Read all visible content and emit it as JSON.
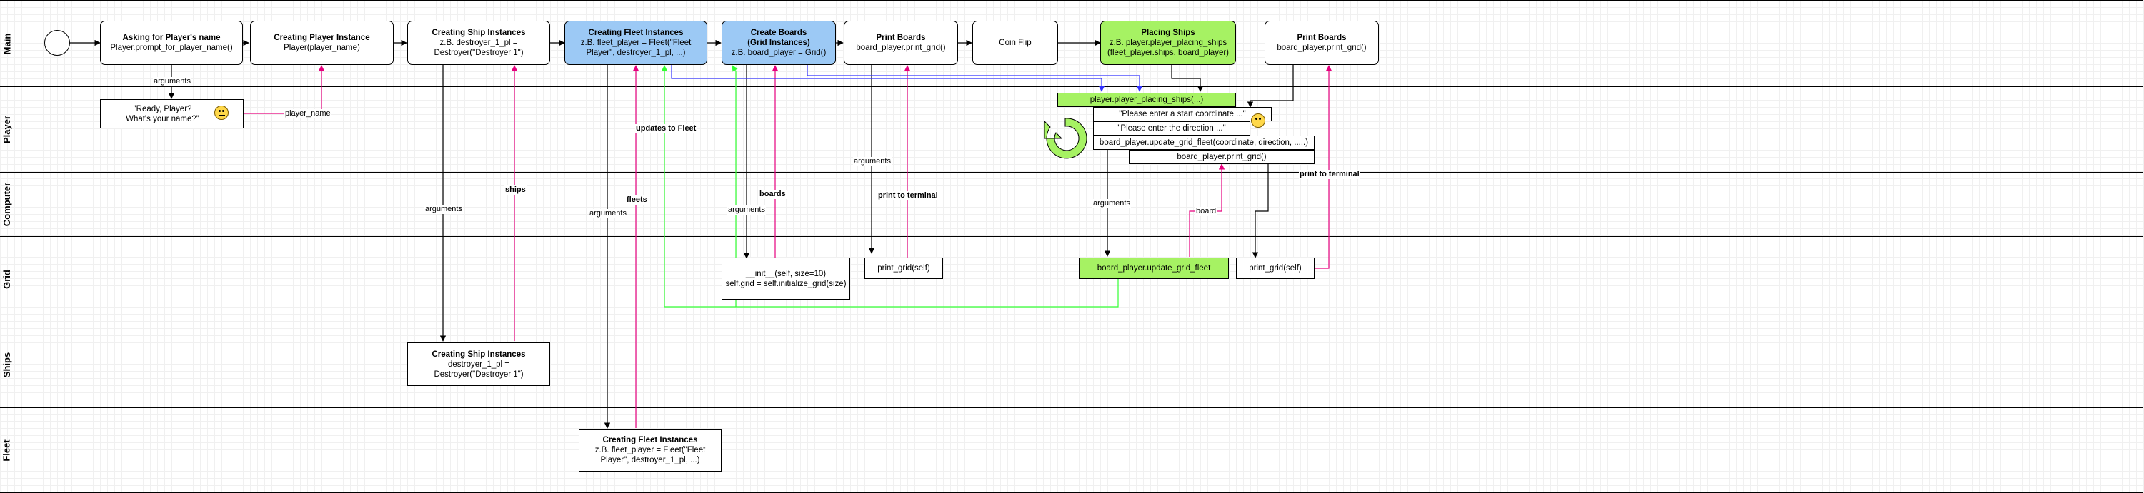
{
  "lanes": [
    "Main",
    "Player",
    "Computer",
    "Grid",
    "Ships",
    "Fleet"
  ],
  "nodes": {
    "ask_name": {
      "title": "Asking for Player's name",
      "sub": "Player.prompt_for_player_name()"
    },
    "create_player": {
      "title": "Creating Player Instance",
      "sub": "Player(player_name)"
    },
    "create_ship_main": {
      "title": "Creating Ship Instances",
      "sub": "z.B. destroyer_1_pl = Destroyer(\"Destroyer 1\")"
    },
    "create_fleet_main": {
      "title": "Creating Fleet Instances",
      "sub": "z.B. fleet_player = Fleet(\"Fleet Player\", destroyer_1_pl, ...)"
    },
    "create_boards": {
      "title": "Create Boards",
      "sub1": "(Grid Instances)",
      "sub2": "z.B. board_player = Grid()"
    },
    "print_boards_1": {
      "title": "Print Boards",
      "sub": "board_player.print_grid()"
    },
    "coin_flip": {
      "title": "Coin Flip"
    },
    "placing_ships": {
      "title": "Placing Ships",
      "sub": "z.B. player.player_placing_ships (fleet_player.ships, board_player)"
    },
    "print_boards_2": {
      "title": "Print Boards",
      "sub": "board_player.print_grid()"
    },
    "ready_player": {
      "line1": "\"Ready, Player?",
      "line2": "What's your name?\""
    },
    "player_placing": {
      "text": "player.player_placing_ships(...)"
    },
    "enter_start": {
      "text": "\"Please enter a start coordinate ...\""
    },
    "enter_direction": {
      "text": "\"Please enter the direction ...\""
    },
    "update_grid_call": {
      "text": "board_player.update_grid_fleet(coordinate, direction, .....)"
    },
    "print_grid_call": {
      "text": "board_player.print_grid()"
    },
    "grid_init": {
      "line1": "__init__(self, size=10)",
      "line2": "self.grid = self.initialize_grid(size)"
    },
    "print_grid_1": {
      "text": "print_grid(self)"
    },
    "update_grid_fleet": {
      "text": "board_player.update_grid_fleet"
    },
    "print_grid_2": {
      "text": "print_grid(self)"
    },
    "ship_instances": {
      "title": "Creating Ship Instances",
      "sub": "destroyer_1_pl = Destroyer(\"Destroyer 1\")"
    },
    "fleet_instances": {
      "title": "Creating Fleet Instances",
      "sub": "z.B. fleet_player = Fleet(\"Fleet Player\", destroyer_1_pl, ...)"
    }
  },
  "edge_labels": {
    "arguments_1": "arguments",
    "player_name": "player_name",
    "arguments_2": "arguments",
    "ships": "ships",
    "arguments_3": "arguments",
    "fleets": "fleets",
    "updates_to_fleet": "updates to Fleet",
    "arguments_4": "arguments",
    "boards": "boards",
    "arguments_5": "arguments",
    "print_to_terminal_1": "print to terminal",
    "arguments_6": "arguments",
    "board": "board",
    "print_to_terminal_2": "print to terminal"
  },
  "colors": {
    "flow": "#000000",
    "return": "#e6007e",
    "fleet_update": "#33ff33",
    "board_link": "#3333ff",
    "process_blue": "#9cc9f5",
    "process_green": "#a6f263"
  }
}
